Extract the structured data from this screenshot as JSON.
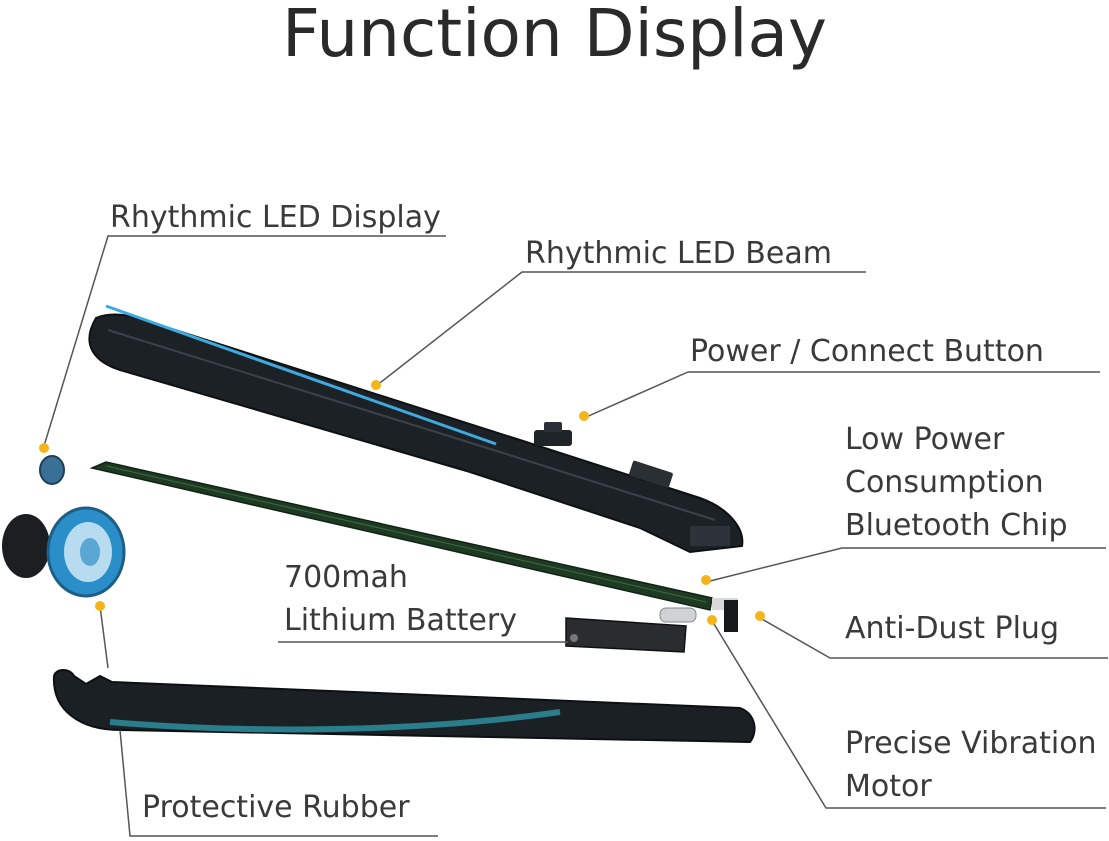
{
  "title": "Function Display",
  "labels": {
    "led_display": "Rhythmic LED Display",
    "led_beam": "Rhythmic LED Beam",
    "power_button": "Power / Connect Button",
    "bt_chip": [
      "Low Power",
      "Consumption",
      "Bluetooth Chip"
    ],
    "battery": [
      "700mah",
      "Lithium Battery"
    ],
    "dust_plug": "Anti-Dust Plug",
    "vibration_motor": [
      "Precise Vibration",
      "Motor"
    ],
    "rubber": "Protective Rubber"
  },
  "colors": {
    "marker": "#f4b41a",
    "leader": "#555555",
    "led_blue": "#3fa9e0",
    "shell": "#1c2126",
    "pcb": "#1f3a23",
    "accent_teal": "#2a7d8a"
  }
}
